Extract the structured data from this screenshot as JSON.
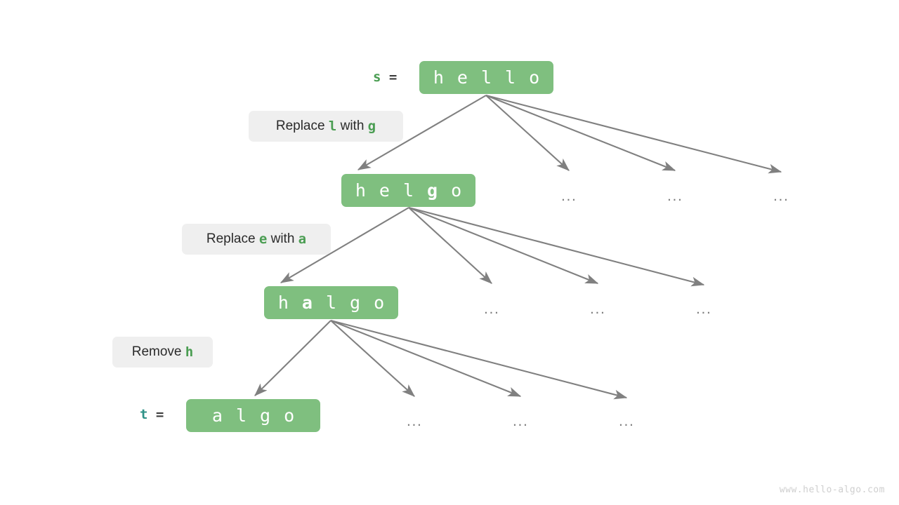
{
  "colors": {
    "node_fill": "#7fbf7f",
    "node_text": "#ffffff",
    "chip_fill": "#efefef",
    "chip_text": "#2b2b2b",
    "accent_green": "#4a9d52",
    "accent_teal": "#2e9287",
    "arrow": "#808080",
    "ellipsis": "#7b7b7b",
    "watermark": "#cfcfcf"
  },
  "variables": {
    "source": {
      "name": "s",
      "eq": "=",
      "color": "#4a9d52"
    },
    "target": {
      "name": "t",
      "eq": "=",
      "color": "#2e9287"
    }
  },
  "nodes": [
    {
      "id": "root",
      "text": "hello",
      "chars": [
        "h",
        "e",
        "l",
        "l",
        "o"
      ],
      "highlight_index": -1
    },
    {
      "id": "level1",
      "text": "helgo",
      "chars": [
        "h",
        "e",
        "l",
        "g",
        "o"
      ],
      "highlight_index": 3
    },
    {
      "id": "level2",
      "text": "halgo",
      "chars": [
        "h",
        "a",
        "l",
        "g",
        "o"
      ],
      "highlight_index": 1
    },
    {
      "id": "level3",
      "text": "algo",
      "chars": [
        "a",
        "l",
        "g",
        "o"
      ],
      "highlight_index": -1
    }
  ],
  "operations": [
    {
      "id": "op1",
      "prefix": "Replace ",
      "from": "l",
      "middle": " with ",
      "to": "g",
      "suffix": ""
    },
    {
      "id": "op2",
      "prefix": "Replace ",
      "from": "e",
      "middle": " with ",
      "to": "a",
      "suffix": ""
    },
    {
      "id": "op3",
      "prefix": "Remove ",
      "from": "h",
      "middle": "",
      "to": "",
      "suffix": ""
    }
  ],
  "ellipsis_label": "...",
  "ellipsis_groups": [
    {
      "level": 1,
      "items": [
        "...",
        "...",
        "..."
      ]
    },
    {
      "level": 2,
      "items": [
        "...",
        "...",
        "..."
      ]
    },
    {
      "level": 3,
      "items": [
        "...",
        "...",
        "..."
      ]
    }
  ],
  "watermark": "www.hello-algo.com"
}
